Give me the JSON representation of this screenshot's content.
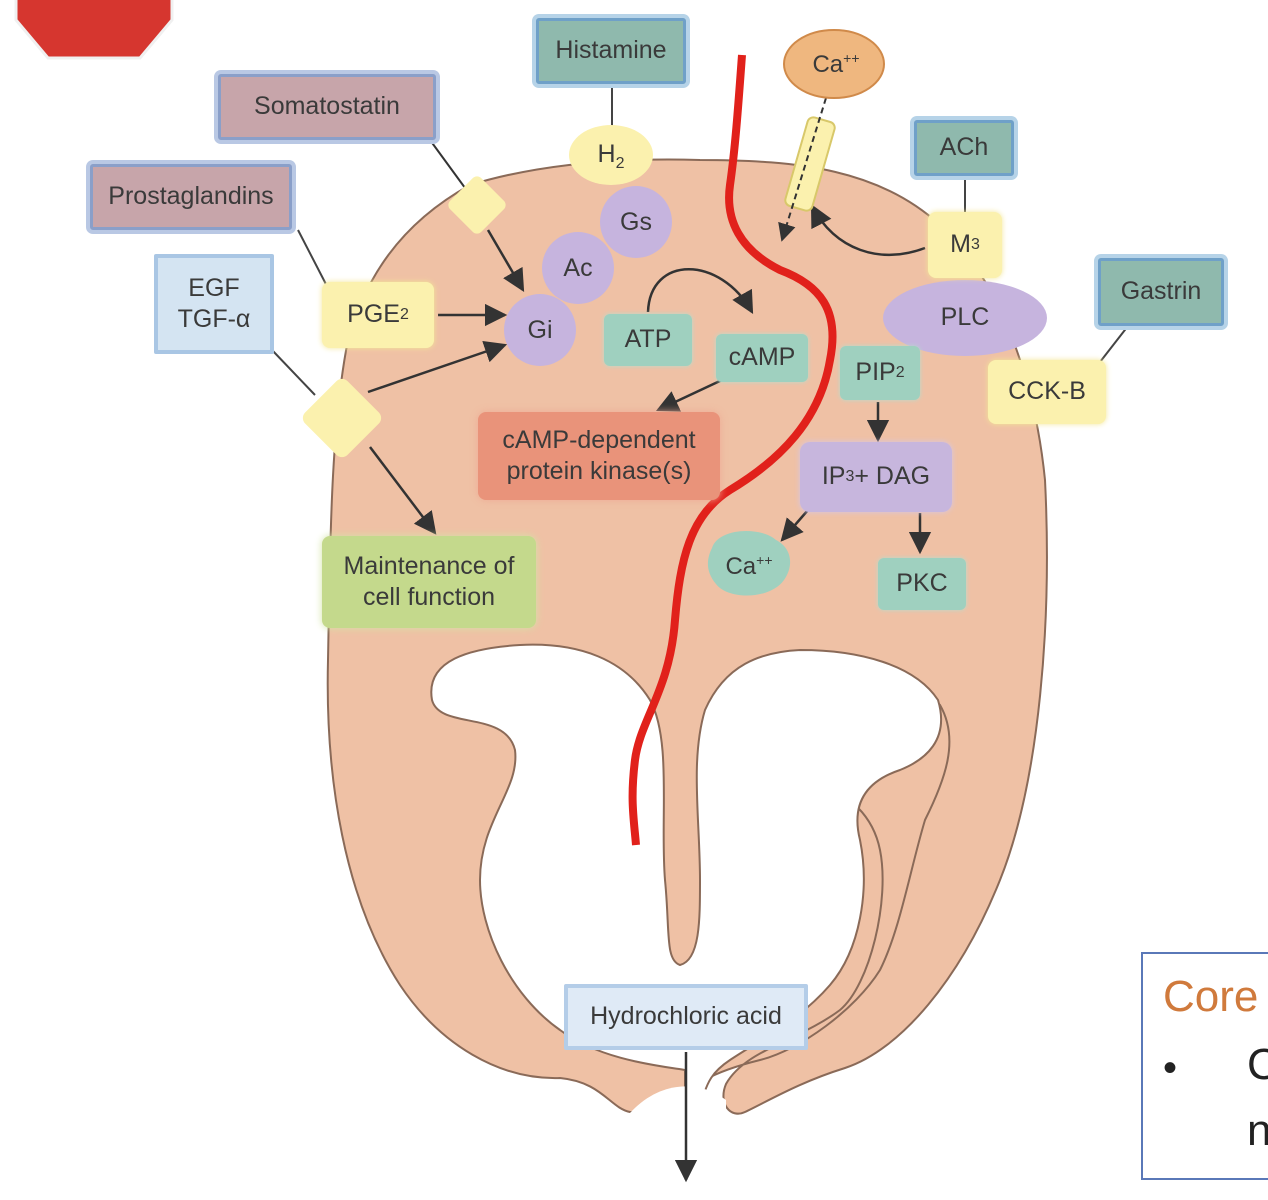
{
  "colors": {
    "cell_fill": "#efc1a5",
    "red_line": "#e1211b",
    "stop_sign": "#d6362f"
  },
  "signals": {
    "histamine": "Histamine",
    "somatostatin": "Somatostatin",
    "prostaglandins": "Prostaglandins",
    "egf": "EGF",
    "tgf": "TGF-α",
    "ach": "ACh",
    "gastrin": "Gastrin",
    "ca_ext": "Ca",
    "ca_ext_sup": "++"
  },
  "receptors": {
    "h2": "H",
    "h2_sub": "2",
    "pge2": "PGE",
    "pge2_sub": "2",
    "m3": "M",
    "m3_sub": "3",
    "cckb": "CCK-B"
  },
  "proteins": {
    "gs": "Gs",
    "ac": "Ac",
    "gi": "Gi",
    "plc": "PLC"
  },
  "molecules": {
    "atp": "ATP",
    "camp": "cAMP",
    "pip2": "PIP",
    "pip2_sub": "2",
    "ip3": "IP",
    "ip3_sub": "3",
    "ip3_rest": " + DAG",
    "ca_int": "Ca",
    "ca_int_sup": "++",
    "pkc": "PKC"
  },
  "outcomes": {
    "kinase_line1": "cAMP-dependent",
    "kinase_line2": "protein kinase(s)",
    "maintenance_line1": "Maintenance of",
    "maintenance_line2": "cell function",
    "hcl": "Hydrochloric acid"
  },
  "slide_box": {
    "title": "Core",
    "bullet": "•",
    "line1": "C",
    "line2": "n"
  }
}
